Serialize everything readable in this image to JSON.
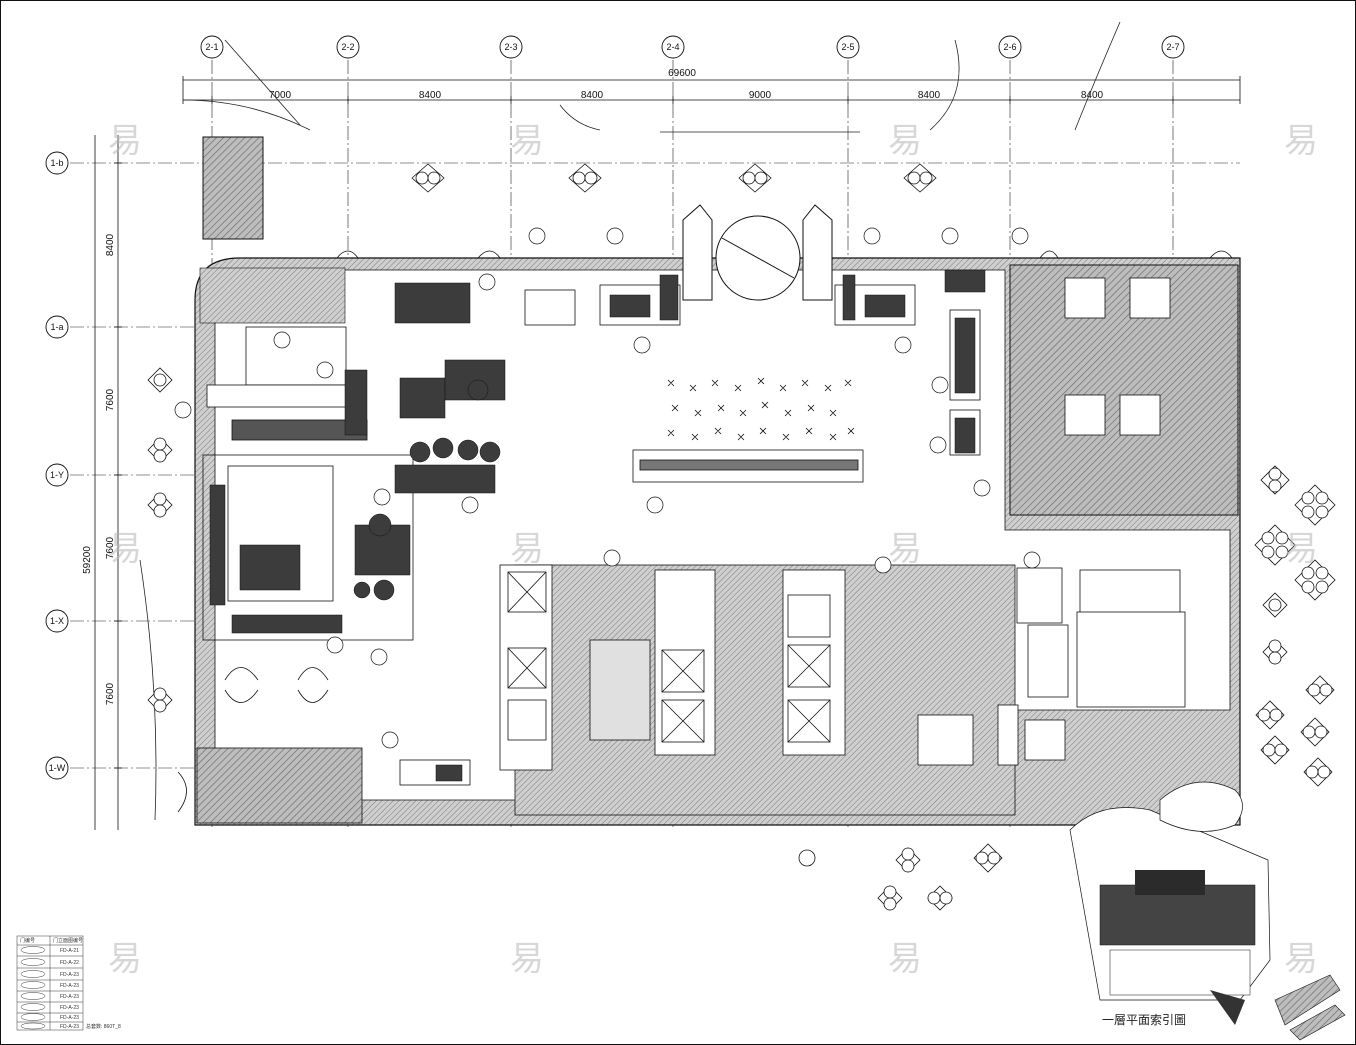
{
  "grid": {
    "columns": [
      "2-1",
      "2-2",
      "2-3",
      "2-4",
      "2-5",
      "2-6",
      "2-7"
    ],
    "rows": [
      "1-b",
      "1-a",
      "1-Y",
      "1-X",
      "1-W"
    ]
  },
  "dimensions": {
    "overall_width": "69600",
    "column_spans": [
      "7000",
      "8400",
      "8400",
      "9000",
      "8400",
      "8400"
    ],
    "overall_height": "59200",
    "row_spans": [
      "8400",
      "7600",
      "7600",
      "7600"
    ]
  },
  "key_plan": {
    "caption": "一層平面索引圖"
  },
  "legend": {
    "headers": [
      "门编号",
      "门立面图编号"
    ],
    "rows": [
      "FD-A-21",
      "FD-A-22",
      "FD-A-23",
      "FD-A-23",
      "FD-A-23",
      "FD-A-23",
      "FD-A-23",
      "FD-A-23"
    ],
    "note": "总套数: 860T_8"
  },
  "watermark": {
    "glyph": "易"
  },
  "colors": {
    "ink": "#111111",
    "hatch": "#8a8a8a",
    "fill_dark": "#3c3c3c",
    "watermark": "#b8b8b8"
  }
}
